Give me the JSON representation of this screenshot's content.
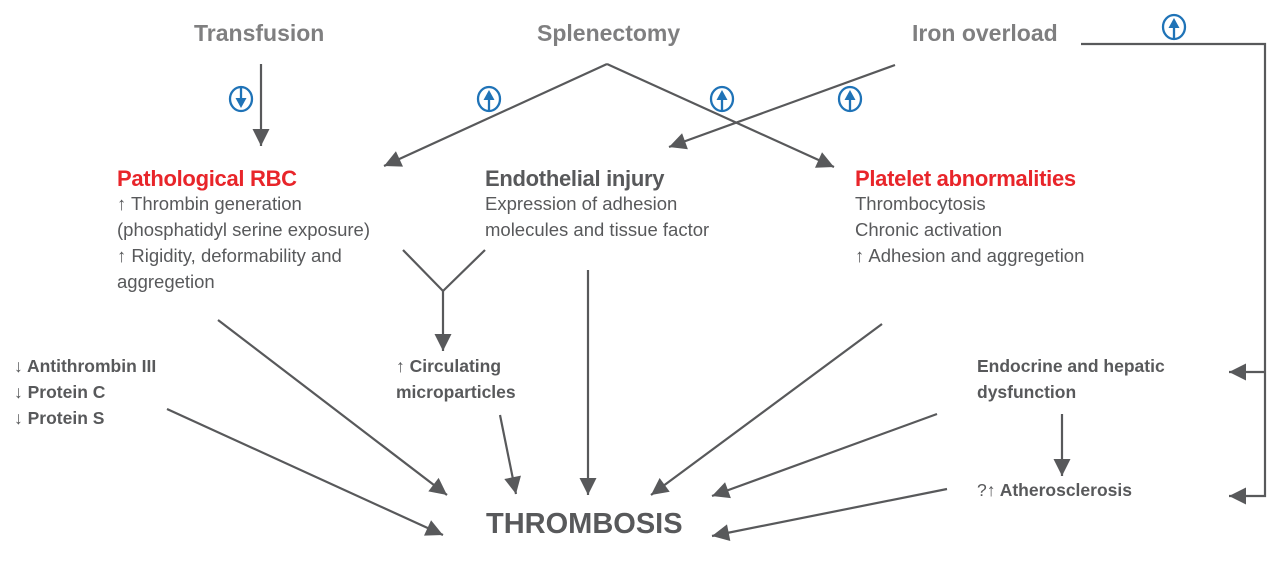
{
  "colors": {
    "arrow": "#58595b",
    "source_text": "#7f7f80",
    "highlight_red": "#e8252a",
    "indicator_blue": "#1f73b7",
    "text": "#58595b"
  },
  "sources": {
    "transfusion": "Transfusion",
    "splenectomy": "Splenectomy",
    "iron_overload": "Iron overload"
  },
  "indicators": [
    {
      "name": "transfusion-effect",
      "direction": "down",
      "icon": "arrow-down-circle-icon"
    },
    {
      "name": "splenectomy-to-rbc-effect",
      "direction": "up",
      "icon": "arrow-up-circle-icon"
    },
    {
      "name": "splenectomy-to-platelet-effect",
      "direction": "up",
      "icon": "arrow-up-circle-icon"
    },
    {
      "name": "iron-to-endothelial-effect",
      "direction": "up",
      "icon": "arrow-up-circle-icon"
    },
    {
      "name": "iron-to-endocrine-effect",
      "direction": "up",
      "icon": "arrow-up-circle-icon"
    }
  ],
  "mechanisms": {
    "rbc": {
      "title": "Pathological RBC",
      "lines": [
        {
          "symbol": "↑",
          "text": " Thrombin generation"
        },
        {
          "symbol": "",
          "text": "(phosphatidyl serine exposure)"
        },
        {
          "symbol": "↑",
          "text": " Rigidity, deformability and"
        },
        {
          "symbol": "",
          "text": "aggregetion"
        }
      ]
    },
    "endothelial": {
      "title": "Endothelial injury",
      "lines": [
        {
          "symbol": "",
          "text": "Expression of adhesion"
        },
        {
          "symbol": "",
          "text": "molecules and tissue factor"
        }
      ]
    },
    "platelet": {
      "title": "Platelet abnormalities",
      "lines": [
        {
          "symbol": "",
          "text": "Thrombocytosis"
        },
        {
          "symbol": "",
          "text": "Chronic activation"
        },
        {
          "symbol": "↑",
          "text": " Adhesion and aggregetion"
        }
      ]
    }
  },
  "secondary": {
    "anticoagulants": [
      {
        "symbol": "↓",
        "text": " Antithrombin III"
      },
      {
        "symbol": "↓",
        "text": " Protein C"
      },
      {
        "symbol": "↓",
        "text": " Protein S"
      }
    ],
    "microparticles": [
      {
        "symbol": "↑",
        "text": " Circulating"
      },
      {
        "symbol": "",
        "text": "microparticles"
      }
    ],
    "endocrine": [
      {
        "symbol": "",
        "text": "Endocrine and hepatic"
      },
      {
        "symbol": "",
        "text": "dysfunction"
      }
    ],
    "atherosclerosis": {
      "symbol": "?↑",
      "text": " Atherosclerosis"
    }
  },
  "outcome": "THROMBOSIS"
}
